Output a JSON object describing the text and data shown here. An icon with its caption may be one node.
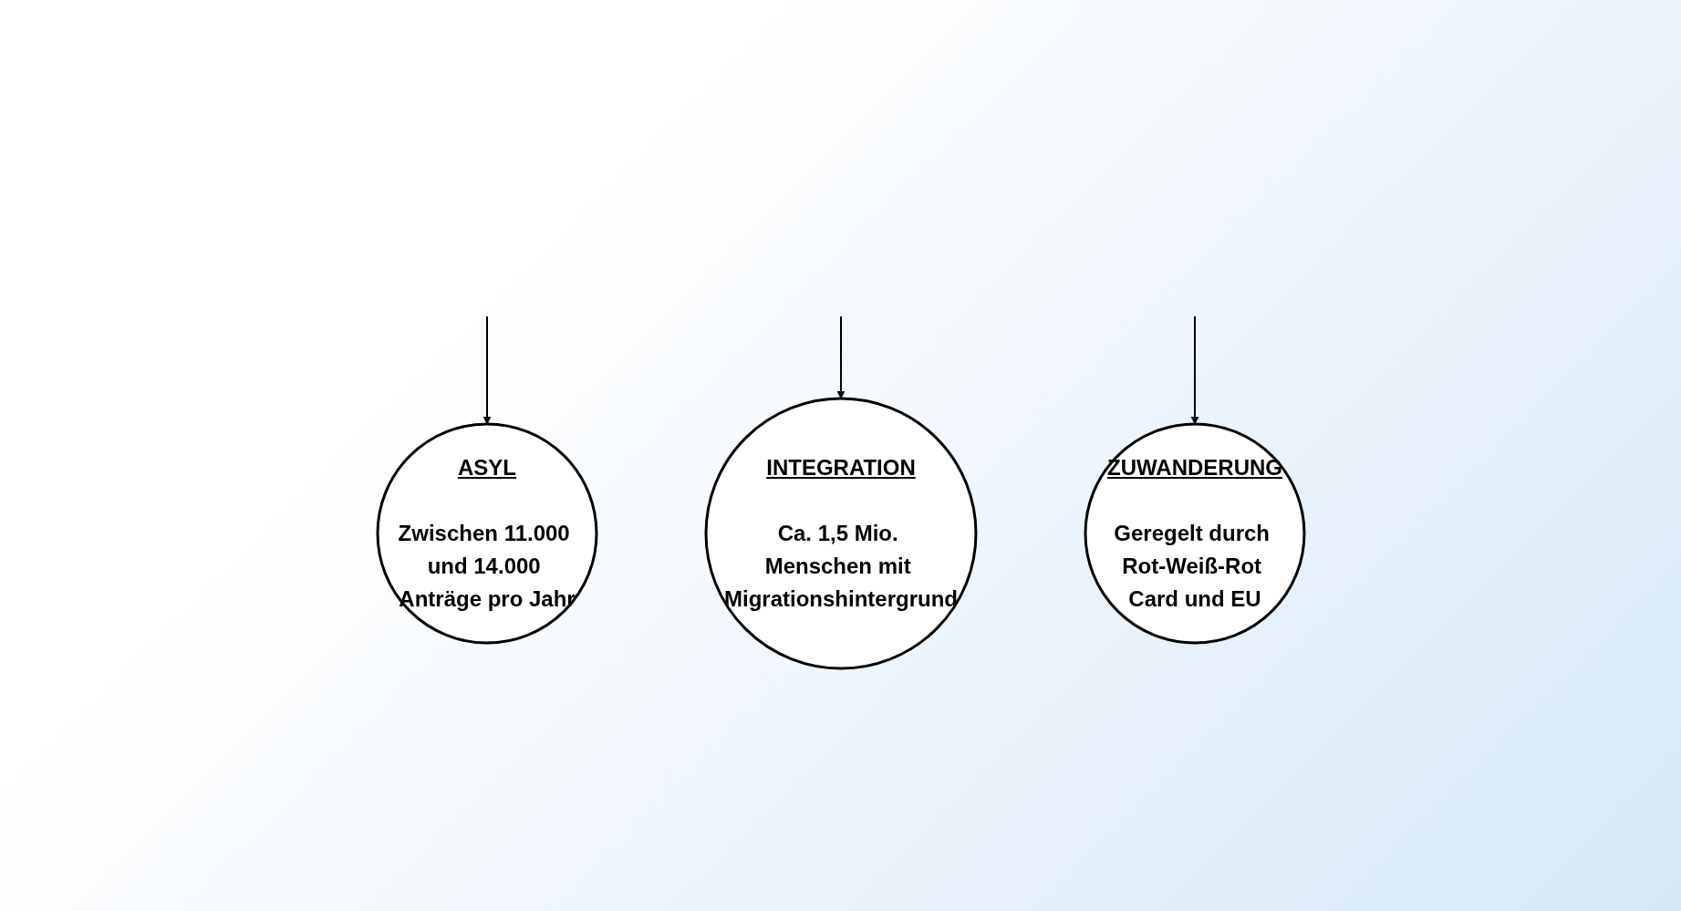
{
  "diagram": {
    "nodes": [
      {
        "text": [
          "ASYL",
          "Zwischen 11.000 und 14.000 Anträge pro Jahr"
        ]
      },
      {
        "text": [
          "INTEGRATION",
          "Ca. 1,5 Mio. Menschen mit Migrationshintergrund"
        ]
      },
      {
        "text": [
          "ZUWANDERUNG",
          "Geregelt durch Rot-Weiß-Rot Card und EU"
        ]
      }
    ],
    "edges": [
      {
        "from": null,
        "to": 0,
        "arrow": "to"
      },
      {
        "from": null,
        "to": 1,
        "arrow": "to"
      },
      {
        "from": null,
        "to": 2,
        "arrow": "to"
      }
    ]
  }
}
